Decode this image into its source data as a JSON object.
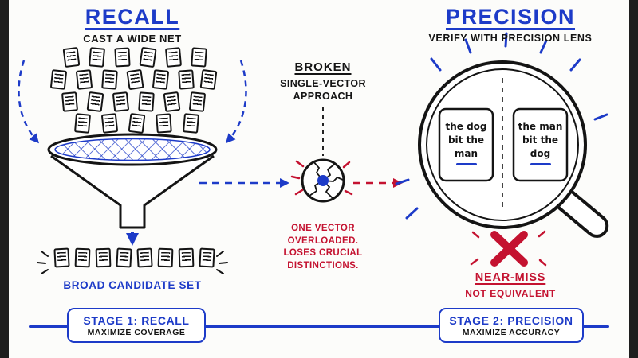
{
  "colors": {
    "accent_blue": "#1d3bc8",
    "alert_red": "#c41230",
    "ink": "#141414"
  },
  "icons": {
    "document": "page-with-lines",
    "funnel": "mesh-funnel",
    "magnifier": "magnifying-glass",
    "broken_vector": "cracked-ball-with-blue-dot",
    "cross": "red-x-mark",
    "flow_arrows": "dashed-arrows"
  },
  "recall": {
    "title": "RECALL",
    "subtitle": "CAST A WIDE NET",
    "result_label": "BROAD CANDIDATE SET"
  },
  "broken": {
    "title": "BROKEN",
    "subtitle": "SINGLE-VECTOR\nAPPROACH",
    "warning": "ONE VECTOR\nOVERLOADED.\nLOSES CRUCIAL\nDISTINCTIONS."
  },
  "precision": {
    "title": "PRECISION",
    "subtitle": "VERIFY WITH PRECISION LENS",
    "card_left": "the dog\nbit the\nman",
    "card_right": "the man\nbit the\ndog",
    "verdict": "NEAR-MISS",
    "verdict_note": "NOT EQUIVALENT"
  },
  "stages": {
    "stage1": {
      "title": "STAGE 1: RECALL",
      "subtitle": "MAXIMIZE COVERAGE"
    },
    "stage2": {
      "title": "STAGE 2: PRECISION",
      "subtitle": "MAXIMIZE ACCURACY"
    }
  }
}
